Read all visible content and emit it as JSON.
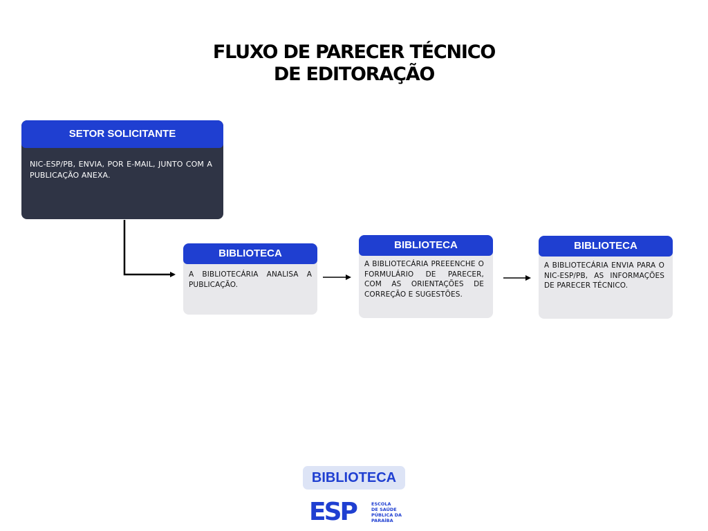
{
  "title": {
    "line1": "FLUXO DE PARECER TÉCNICO",
    "line2": "DE EDITORAÇÃO"
  },
  "steps": [
    {
      "header": "SETOR SOLICITANTE",
      "text": "NIC-ESP/PB, ENVIA, POR E-MAIL, JUNTO COM A PUBLICAÇÃO ANEXA."
    },
    {
      "header": "BIBLIOTECA",
      "text": "A BIBLIOTECÁRIA ANALISA A PUBLICAÇÃO."
    },
    {
      "header": "BIBLIOTECA",
      "text": "A BIBLIOTECÁRIA PREEENCHE O FORMULÁRIO DE PARECER, COM AS ORIENTAÇÕES DE CORREÇÃO E SUGESTÕES."
    },
    {
      "header": "BIBLIOTECA",
      "text": "A BIBLIOTECÁRIA ENVIA PARA O NIC-ESP/PB, AS INFORMAÇÕES DE PARECER TÉCNICO."
    }
  ],
  "footer": {
    "badge": "BIBLIOTECA",
    "logo_mark": "ESP",
    "logo_lines": [
      "ESCOLA",
      "DE SAÚDE",
      "PÚBLICA DA",
      "PARAÍBA"
    ]
  },
  "colors": {
    "accent": "#1f3fd1",
    "dark_box": "#2f3445",
    "light_box": "#e8e8eb",
    "badge_bg": "#dde4f6"
  }
}
